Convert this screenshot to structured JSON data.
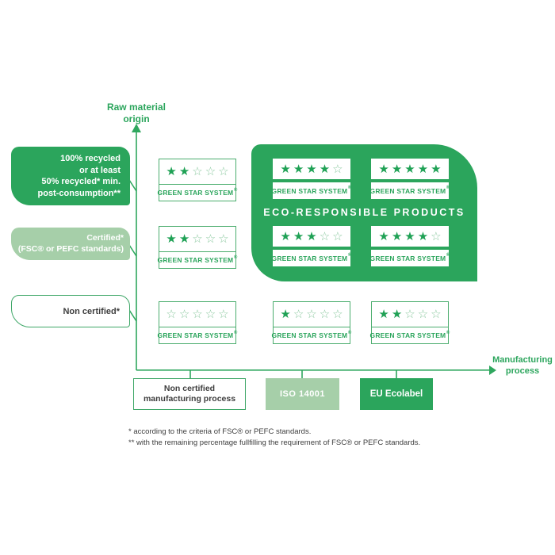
{
  "colors": {
    "green_dark": "#2BA55C",
    "green_light": "#A6CFA9",
    "green_star_filled": "#1FA155",
    "green_star_empty": "#8CC9A0",
    "green_border": "#4BAD6E",
    "text_dark": "#3D3D3D",
    "white": "#FFFFFF"
  },
  "axes": {
    "y": {
      "line1": "Raw material",
      "line2": "origin"
    },
    "x": {
      "line1": "Manufacturing",
      "line2": "process"
    }
  },
  "rows": [
    {
      "id": "recycled",
      "style": "dark-green",
      "lines": [
        "100% recycled",
        "or at least",
        "50% recycled* min.",
        "post-consumption**"
      ]
    },
    {
      "id": "certified",
      "style": "light-green",
      "lines": [
        "Certified*",
        "(FSC® or PEFC standards)"
      ]
    },
    {
      "id": "non-certified",
      "style": "white",
      "lines": [
        "Non certified*"
      ]
    }
  ],
  "columns": [
    {
      "id": "non-certified-mfg",
      "style": "white",
      "lines": [
        "Non certified",
        "manufacturing process"
      ]
    },
    {
      "id": "iso-14001",
      "style": "light-green",
      "lines": [
        "ISO 14001"
      ]
    },
    {
      "id": "eu-ecolabel",
      "style": "dark-green",
      "lines": [
        "EU Ecolabel"
      ]
    }
  ],
  "eco_banner": "ECO-RESPONSIBLE PRODUCTS",
  "badge": {
    "label": "GREEN STAR SYSTEM",
    "registered": "®",
    "max_stars": 5,
    "star_filled_icon": "★",
    "star_empty_icon": "☆"
  },
  "grid": [
    {
      "row": 0,
      "col": 0,
      "stars": 2,
      "inside_banner": false
    },
    {
      "row": 0,
      "col": 1,
      "stars": 4,
      "inside_banner": true
    },
    {
      "row": 0,
      "col": 2,
      "stars": 5,
      "inside_banner": true
    },
    {
      "row": 1,
      "col": 0,
      "stars": 2,
      "inside_banner": false
    },
    {
      "row": 1,
      "col": 1,
      "stars": 3,
      "inside_banner": true
    },
    {
      "row": 1,
      "col": 2,
      "stars": 4,
      "inside_banner": true
    },
    {
      "row": 2,
      "col": 0,
      "stars": 0,
      "inside_banner": false
    },
    {
      "row": 2,
      "col": 1,
      "stars": 1,
      "inside_banner": false
    },
    {
      "row": 2,
      "col": 2,
      "stars": 2,
      "inside_banner": false
    }
  ],
  "footnotes": [
    "* according to the criteria of FSC® or PEFC standards.",
    "** with the remaining percentage fullfilling the requirement of FSC® or PEFC standards."
  ]
}
